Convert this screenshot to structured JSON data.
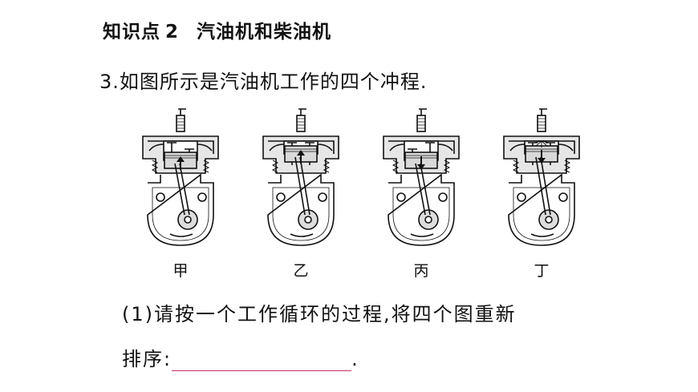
{
  "heading": {
    "label": "知识点",
    "number": "2",
    "topic": "汽油机和柴油机"
  },
  "question": {
    "text": "3.如图所示是汽油机工作的四个冲程."
  },
  "figure": {
    "captions": [
      "甲",
      "乙",
      "丙",
      "丁"
    ]
  },
  "subquestion": {
    "line1": "(1)请按一个工作循环的过程,将四个图重新",
    "line2_prefix": "排序:",
    "line2_suffix": "."
  }
}
